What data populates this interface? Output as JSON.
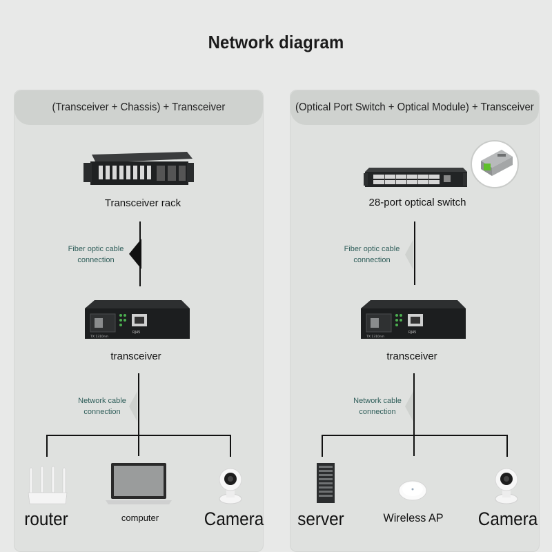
{
  "title": "Network diagram",
  "left_panel": {
    "header": "(Transceiver + Chassis) + Transceiver",
    "top_device": "Transceiver rack",
    "fiber_label": [
      "Fiber optic cable",
      "connection"
    ],
    "middle_device": "transceiver",
    "network_label": [
      "Network cable",
      "connection"
    ],
    "endpoints": [
      "router",
      "computer",
      "Camera"
    ]
  },
  "right_panel": {
    "header": "(Optical Port Switch + Optical Module) + Transceiver",
    "top_device": "28-port optical switch",
    "fiber_label": [
      "Fiber optic cable",
      "connection"
    ],
    "middle_device": "transceiver",
    "network_label": [
      "Network cable",
      "connection"
    ],
    "endpoints": [
      "server",
      "Wireless AP",
      "Camera"
    ]
  },
  "device_print": {
    "rj45": "RJ45",
    "fiber_tag": "TX:1310nm"
  },
  "icons": [
    "transceiver-rack-icon",
    "optical-switch-icon",
    "optical-module-icon",
    "transceiver-icon",
    "router-icon",
    "laptop-icon",
    "camera-icon",
    "server-icon",
    "access-point-icon"
  ],
  "colors": {
    "background": "#e8e9e8",
    "panel": "#dfe1df",
    "header": "#cfd2cf",
    "cable_label": "#2e5d59",
    "module_accent": "#5fbf2a"
  }
}
